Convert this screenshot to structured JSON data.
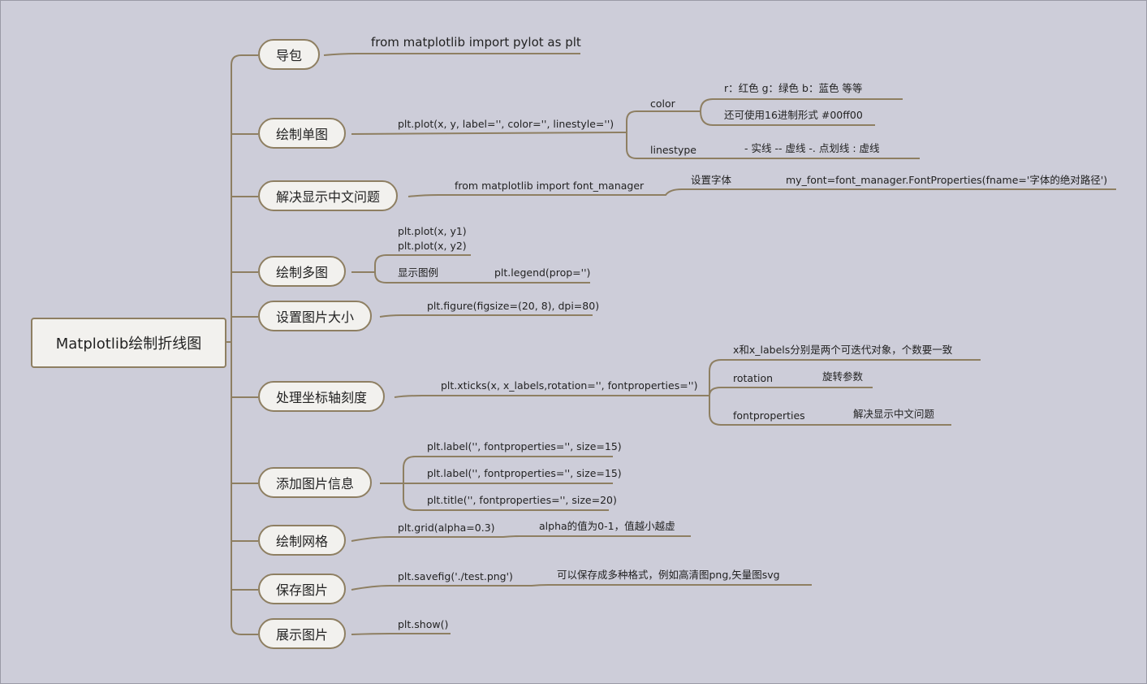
{
  "root": {
    "label": "Matplotlib绘制折线图"
  },
  "branches": [
    {
      "label": "导包",
      "leaves": [
        "from matplotlib import pylot as plt"
      ]
    },
    {
      "label": "绘制单图",
      "leaves": [
        "plt.plot(x, y, label='', color='', linestyle='')"
      ],
      "sub": {
        "color": "color",
        "color_items": [
          "r：红色   g：绿色   b：蓝色   等等",
          "还可使用16进制形式 #00ff00"
        ],
        "linestype": "linestype",
        "linestype_value": "- 实线   -- 虚线   -. 点划线  : 虚线"
      }
    },
    {
      "label": "解决显示中文问题",
      "leaves": [
        "from matplotlib import font_manager",
        "设置字体",
        "my_font=font_manager.FontProperties(fname='字体的绝对路径')"
      ]
    },
    {
      "label": "绘制多图",
      "leaves": [
        "plt.plot(x, y1)",
        "plt.plot(x, y2)",
        "显示图例",
        "plt.legend(prop='')"
      ]
    },
    {
      "label": "设置图片大小",
      "leaves": [
        "plt.figure(figsize=(20, 8), dpi=80)"
      ]
    },
    {
      "label": "处理坐标轴刻度",
      "leaves": [
        "plt.xticks(x, x_labels,rotation='', fontproperties='')",
        "x和x_labels分别是两个可迭代对象，个数要一致",
        "rotation",
        "旋转参数",
        "fontproperties",
        "解决显示中文问题"
      ]
    },
    {
      "label": "添加图片信息",
      "leaves": [
        "plt.label('', fontproperties='', size=15)",
        "plt.label('', fontproperties='', size=15)",
        "plt.title('', fontproperties='', size=20)"
      ]
    },
    {
      "label": "绘制网格",
      "leaves": [
        "plt.grid(alpha=0.3)",
        "alpha的值为0-1，值越小越虚"
      ]
    },
    {
      "label": "保存图片",
      "leaves": [
        "plt.savefig('./test.png')",
        "可以保存成多种格式，例如高清图png,矢量图svg"
      ]
    },
    {
      "label": "展示图片",
      "leaves": [
        "plt.show()"
      ]
    }
  ],
  "colors": {
    "background": "#cdcdd9",
    "line": "#8e7f62",
    "node_fill": "#f2f1ee"
  }
}
